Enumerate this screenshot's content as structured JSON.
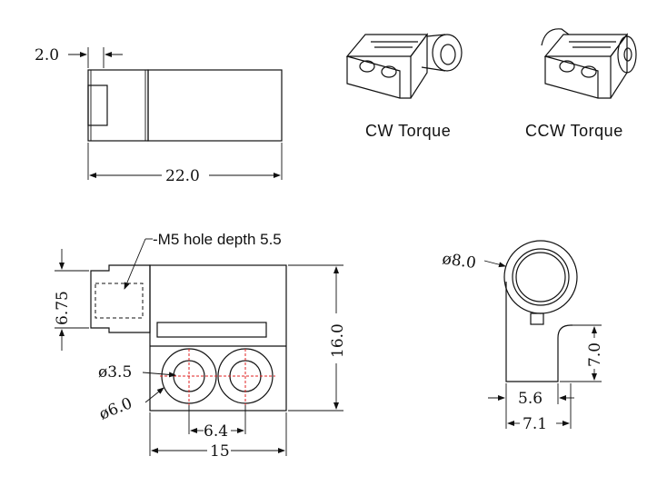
{
  "side_view": {
    "dim_left": "2.0",
    "dim_length": "22.0"
  },
  "iso_views": {
    "cw_label": "CW Torque",
    "ccw_label": "CCW Torque"
  },
  "front_view": {
    "hole_note": "-M5 hole depth 5.5",
    "dim_left_height": "6.75",
    "dim_height": "16.0",
    "dim_hole_inner": "ø3.5",
    "dim_hole_outer": "ø6.0",
    "dim_hole_spacing": "6.4",
    "dim_width": "15"
  },
  "end_view": {
    "dim_diameter": "ø8.0",
    "dim_slot_height": "7.0",
    "dim_inner_width": "5.6",
    "dim_outer_width": "7.1"
  },
  "colors": {
    "line": "#111111",
    "centerline": "#e02020",
    "background": "#ffffff"
  }
}
